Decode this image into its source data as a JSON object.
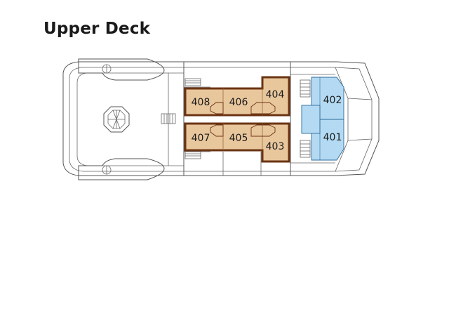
{
  "deck": {
    "title": "Upper Deck"
  },
  "cabins": [
    {
      "number": "408",
      "category": "standard"
    },
    {
      "number": "406",
      "category": "standard"
    },
    {
      "number": "404",
      "category": "standard"
    },
    {
      "number": "407",
      "category": "standard"
    },
    {
      "number": "405",
      "category": "standard"
    },
    {
      "number": "403",
      "category": "standard"
    },
    {
      "number": "402",
      "category": "suite"
    },
    {
      "number": "401",
      "category": "suite"
    }
  ],
  "colors": {
    "standard_cabin_fill": "#e9c79d",
    "standard_cabin_border": "#6b3414",
    "suite_fill": "#b3daf2",
    "suite_border": "#2f6b9a",
    "hull_line": "#555555"
  }
}
